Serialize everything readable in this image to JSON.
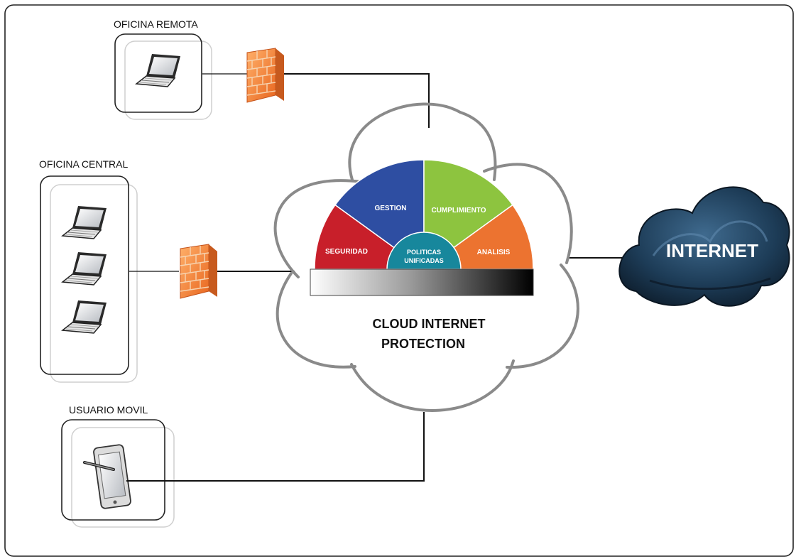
{
  "sites": {
    "remote": {
      "label": "OFICINA REMOTA",
      "devices": [
        "laptop-icon"
      ]
    },
    "central": {
      "label": "OFICINA CENTRAL",
      "devices": [
        "laptop-icon",
        "laptop-icon",
        "laptop-icon"
      ]
    },
    "mobile": {
      "label": "USUARIO MOVIL",
      "devices": [
        "tablet-icon"
      ]
    }
  },
  "cloud": {
    "title_line1": "CLOUD INTERNET",
    "title_line2": "PROTECTION",
    "segments": {
      "seguridad": {
        "label": "SEGURIDAD",
        "color": "#c81f2a"
      },
      "gestion": {
        "label": "GESTION",
        "color": "#2e4ea2"
      },
      "cumplimiento": {
        "label": "CUMPLIMIENTO",
        "color": "#8dc43f"
      },
      "analisis": {
        "label": "ANALISIS",
        "color": "#ec7330"
      }
    },
    "center": {
      "line1": "POLITICAS",
      "line2": "UNIFICADAS",
      "color": "#17879c"
    }
  },
  "internet": {
    "label": "INTERNET",
    "color": "#1d3c57"
  },
  "icons": {
    "firewall": "firewall-icon",
    "laptop": "laptop-icon",
    "tablet": "tablet-icon"
  }
}
